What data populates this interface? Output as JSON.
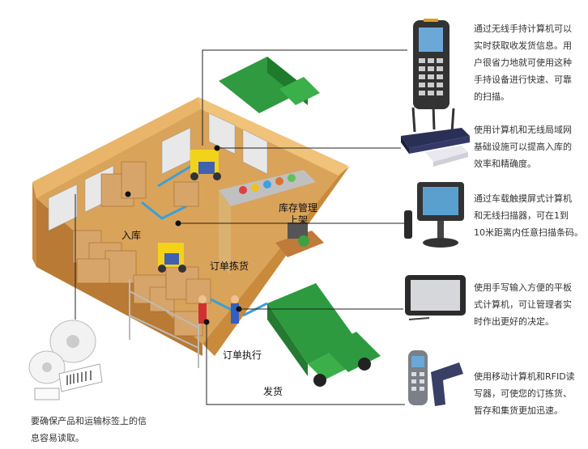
{
  "zones": {
    "inbound": "入库",
    "inventory_line1": "库存管理",
    "inventory_line2": "上架",
    "picking": "订单拣货",
    "fulfillment": "订单执行",
    "shipping": "发货"
  },
  "descriptions": {
    "handheld": [
      "通过无线手持计算机可以",
      "实时获取收发货信息。用",
      "户很省力地就可使用这种",
      "手持设备进行快速、可靠",
      "的扫描。"
    ],
    "wlan": [
      "使用计算机和无线局域网",
      "基础设施可以提高入库的",
      "效率和精确度。"
    ],
    "vehicle": [
      "通过车载触摸屏式计算机",
      "和无线扫描器，可在1到",
      "10米距离内任意扫描条码。"
    ],
    "tablet": [
      "使用手写输入方便的平板",
      "式计算机，可让管理者实",
      "时作出更好的决定。"
    ],
    "rfid": [
      "使用移动计算机和RFID读",
      "写器，可使您的订拣货、",
      "暂存和集货更加迅速。"
    ],
    "labels": [
      "要确保产品和运输标签上的信",
      "息容易读取。"
    ]
  },
  "icons": {
    "handheld": "handheld-computer-icon",
    "wlan": "wireless-router-icon",
    "vehicle": "vehicle-mount-terminal-icon",
    "tablet": "tablet-computer-icon",
    "rfid": "rfid-reader-icon",
    "labels": "label-rolls-icon"
  }
}
